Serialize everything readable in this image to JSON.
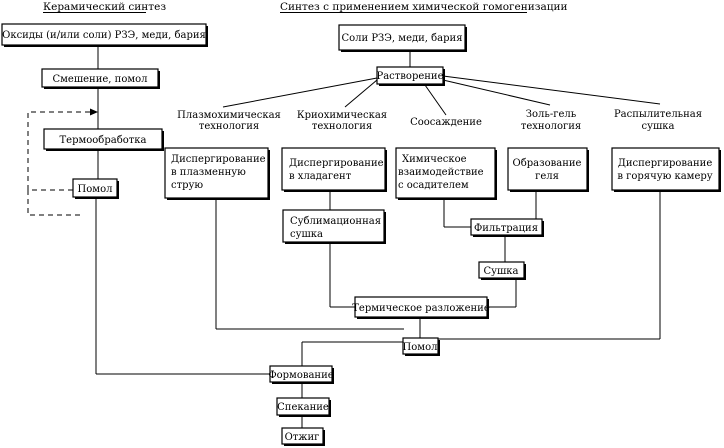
{
  "headers": {
    "ceramic": "Керамический синтез",
    "chemical": "Синтез с применением химической гомогенизации"
  },
  "left": {
    "oxides": "Оксиды (и/или соли) РЗЭ, меди, бария",
    "mixing": "Смешение, помол",
    "thermal": "Термообработка",
    "milling": "Помол"
  },
  "top": {
    "salts": "Соли РЗЭ, меди, бария",
    "dissolution": "Растворение"
  },
  "branches": {
    "plasma": [
      "Плазмохимическая",
      "технология"
    ],
    "cryo": [
      "Криохимическая",
      "технология"
    ],
    "coprec": [
      "Соосаждение"
    ],
    "solgel": [
      "Золь-гель",
      "технология"
    ],
    "spray": [
      "Распылительная",
      "сушка"
    ]
  },
  "steps": {
    "plasma_disp": [
      "Диспергирование",
      "в плазменную",
      "струю"
    ],
    "cryo_disp": [
      "Диспергирование",
      "в хладагент"
    ],
    "chem_react": [
      "Химическое",
      "взаимодействие",
      "с осадителем"
    ],
    "gel": [
      "Образование",
      "геля"
    ],
    "spray_disp": [
      "Диспергирование",
      "в горячую камеру"
    ],
    "sublimation": [
      "Сублимационная",
      "сушка"
    ],
    "filtration": "Фильтрация",
    "drying": "Сушка",
    "decomposition": "Термическое разложение",
    "milling2": "Помол"
  },
  "final": {
    "forming": "Формование",
    "sintering": "Спекание",
    "annealing": "Отжиг"
  }
}
